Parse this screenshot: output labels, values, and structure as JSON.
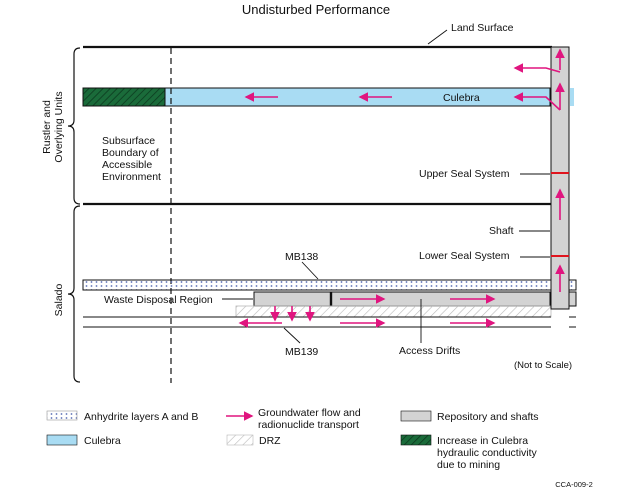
{
  "title": "Undisturbed Performance",
  "labels": {
    "land_surface": "Land Surface",
    "culebra": "Culebra",
    "subsurface_boundary": [
      "Subsurface",
      "Boundary of",
      "Accessible",
      "Environment"
    ],
    "upper_seal_system": "Upper Seal System",
    "shaft": "Shaft",
    "lower_seal_system": "Lower Seal System",
    "mb138": "MB138",
    "mb139": "MB139",
    "waste_disposal_region": "Waste Disposal Region",
    "access_drifts": "Access Drifts",
    "not_to_scale": "(Not to Scale)",
    "rustler_units": [
      "Rustler and",
      "Overlying Units"
    ],
    "salado": "Salado"
  },
  "legend": {
    "anhydrite": "Anhydrite layers A and B",
    "groundwater": [
      "Groundwater flow and",
      "radionuclide transport"
    ],
    "repository": "Repository and shafts",
    "culebra": "Culebra",
    "drz": "DRZ",
    "increase_culebra": [
      "Increase in Culebra",
      "hydraulic conductivity",
      "due to mining"
    ]
  },
  "figure_id": "CCA-009-2",
  "colors": {
    "culebra": "#a9dcf3",
    "arrow": "#e0157f",
    "seal": "#e0141e",
    "repository": "#d3d3d3",
    "mining_hatch": "#1a6b3a",
    "anhydrite_dots": "#5b6fb5"
  }
}
